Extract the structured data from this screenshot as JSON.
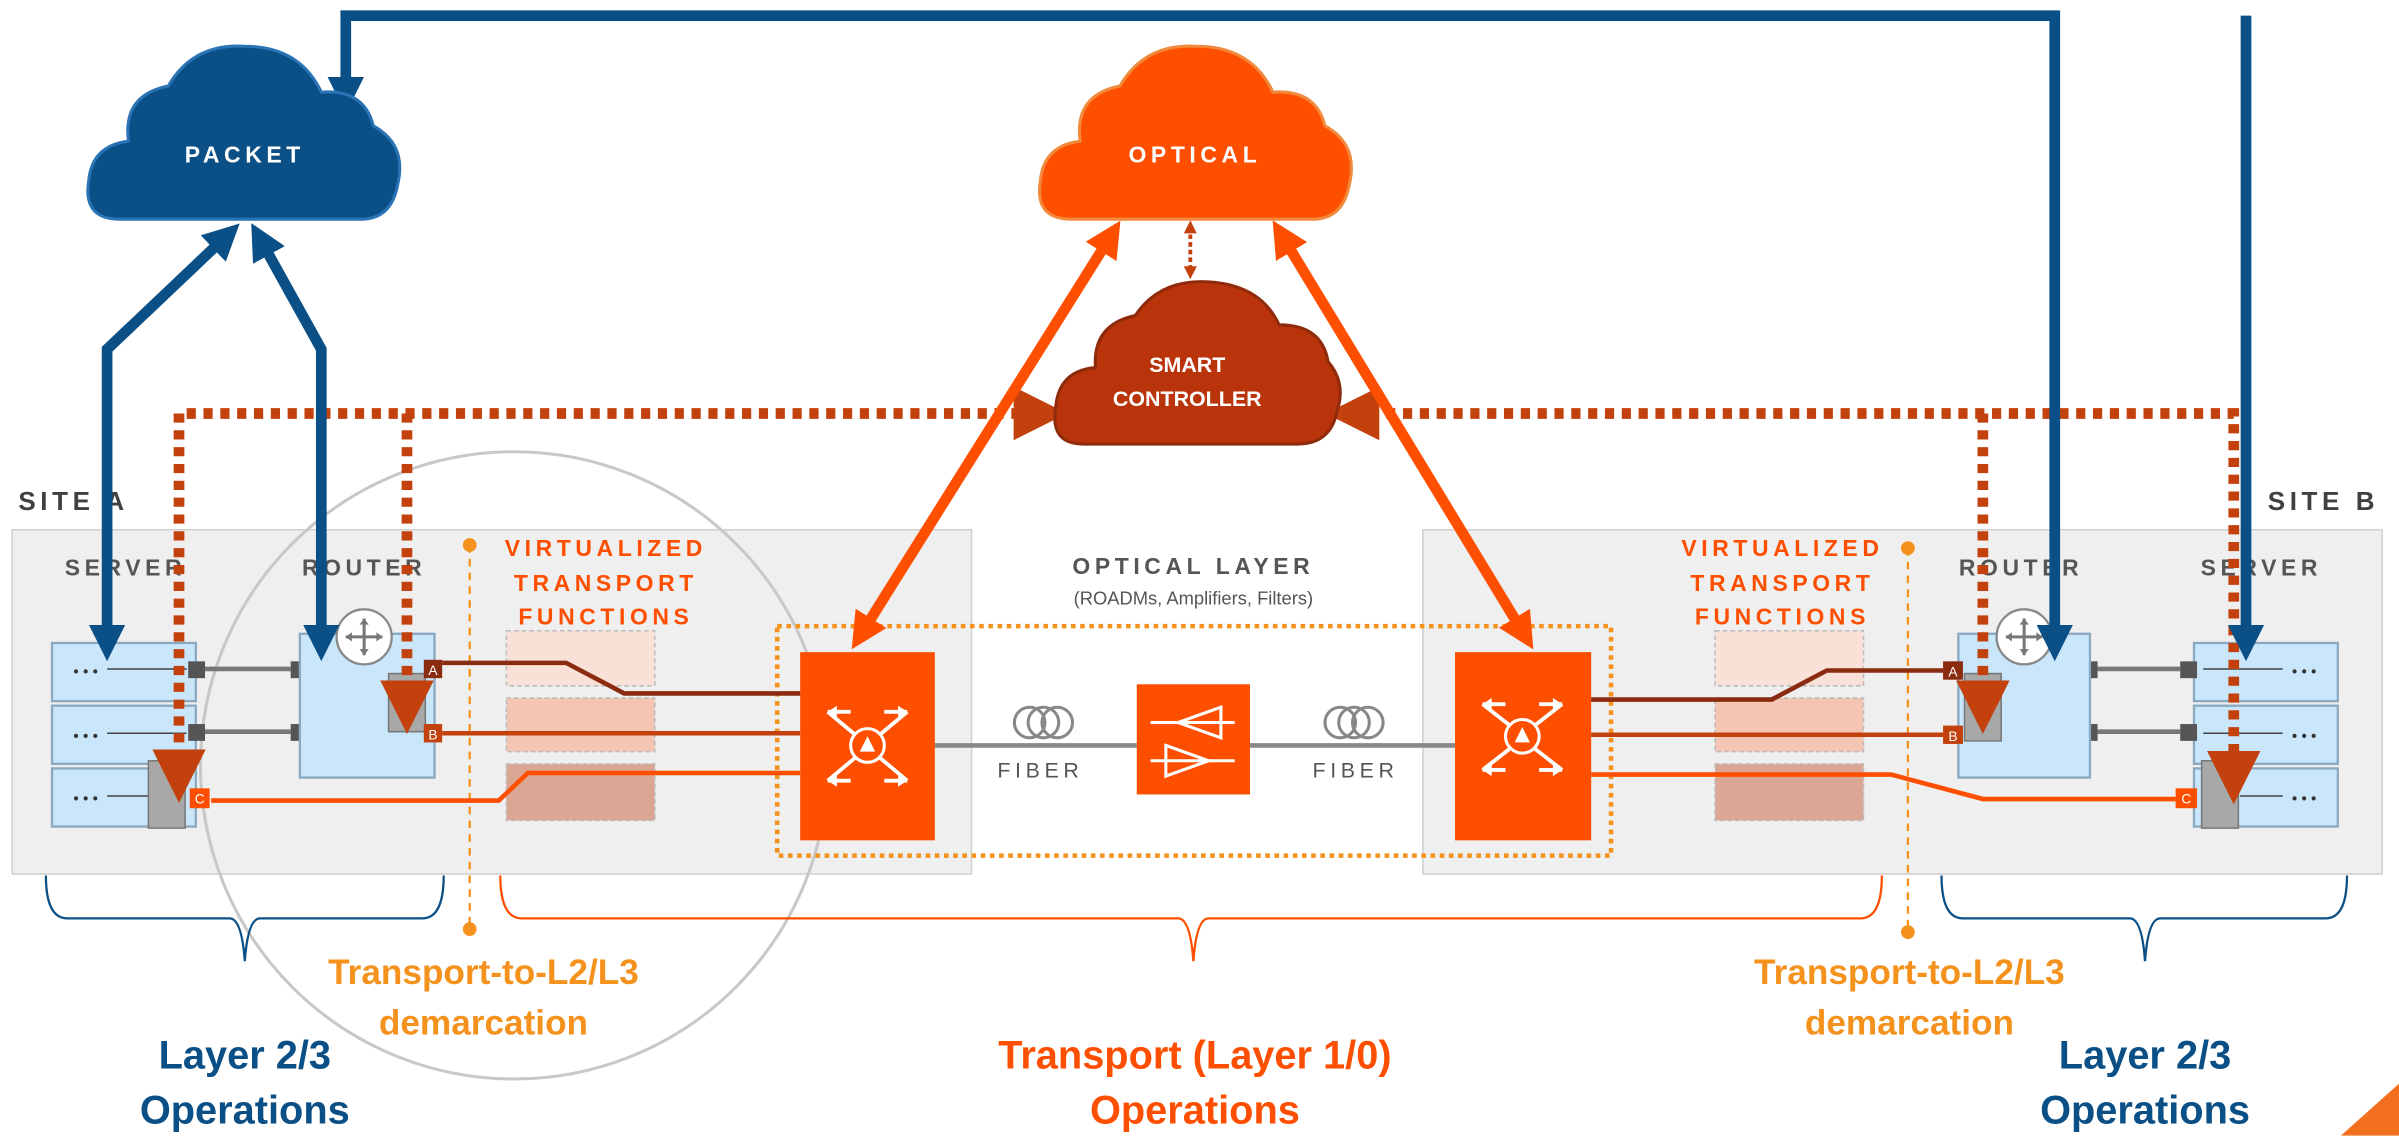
{
  "clouds": {
    "packet": "PACKET",
    "optical": "OPTICAL",
    "controller_line1": "SMART",
    "controller_line2": "CONTROLLER"
  },
  "sites": {
    "a": {
      "label": "SITE A",
      "server": "SERVER",
      "router": "ROUTER"
    },
    "b": {
      "label": "SITE B",
      "server": "SERVER",
      "router": "ROUTER"
    }
  },
  "vtf": {
    "line1": "VIRTUALIZED",
    "line2": "TRANSPORT",
    "line3": "FUNCTIONS"
  },
  "optical_layer": {
    "title": "OPTICAL LAYER",
    "subtitle": "(ROADMs, Amplifiers, Filters)"
  },
  "fiber_label": "FIBER",
  "ports": {
    "a": "A",
    "b": "B",
    "c": "C"
  },
  "server_dots": "• • •",
  "demarcation": {
    "line1": "Transport-to-L2/L3",
    "line2": "demarcation"
  },
  "layer23": {
    "line1": "Layer 2/3",
    "line2": "Operations"
  },
  "transport": {
    "line1": "Transport (Layer 1/0)",
    "line2": "Operations"
  },
  "colors": {
    "packet_blue": "#0a4f86",
    "optical_orange": "#fe4f00",
    "controller_red": "#b9340a",
    "demarcation_orange": "#f5921e",
    "server_fill": "#c9e6fb",
    "site_panel": "#efefef"
  }
}
